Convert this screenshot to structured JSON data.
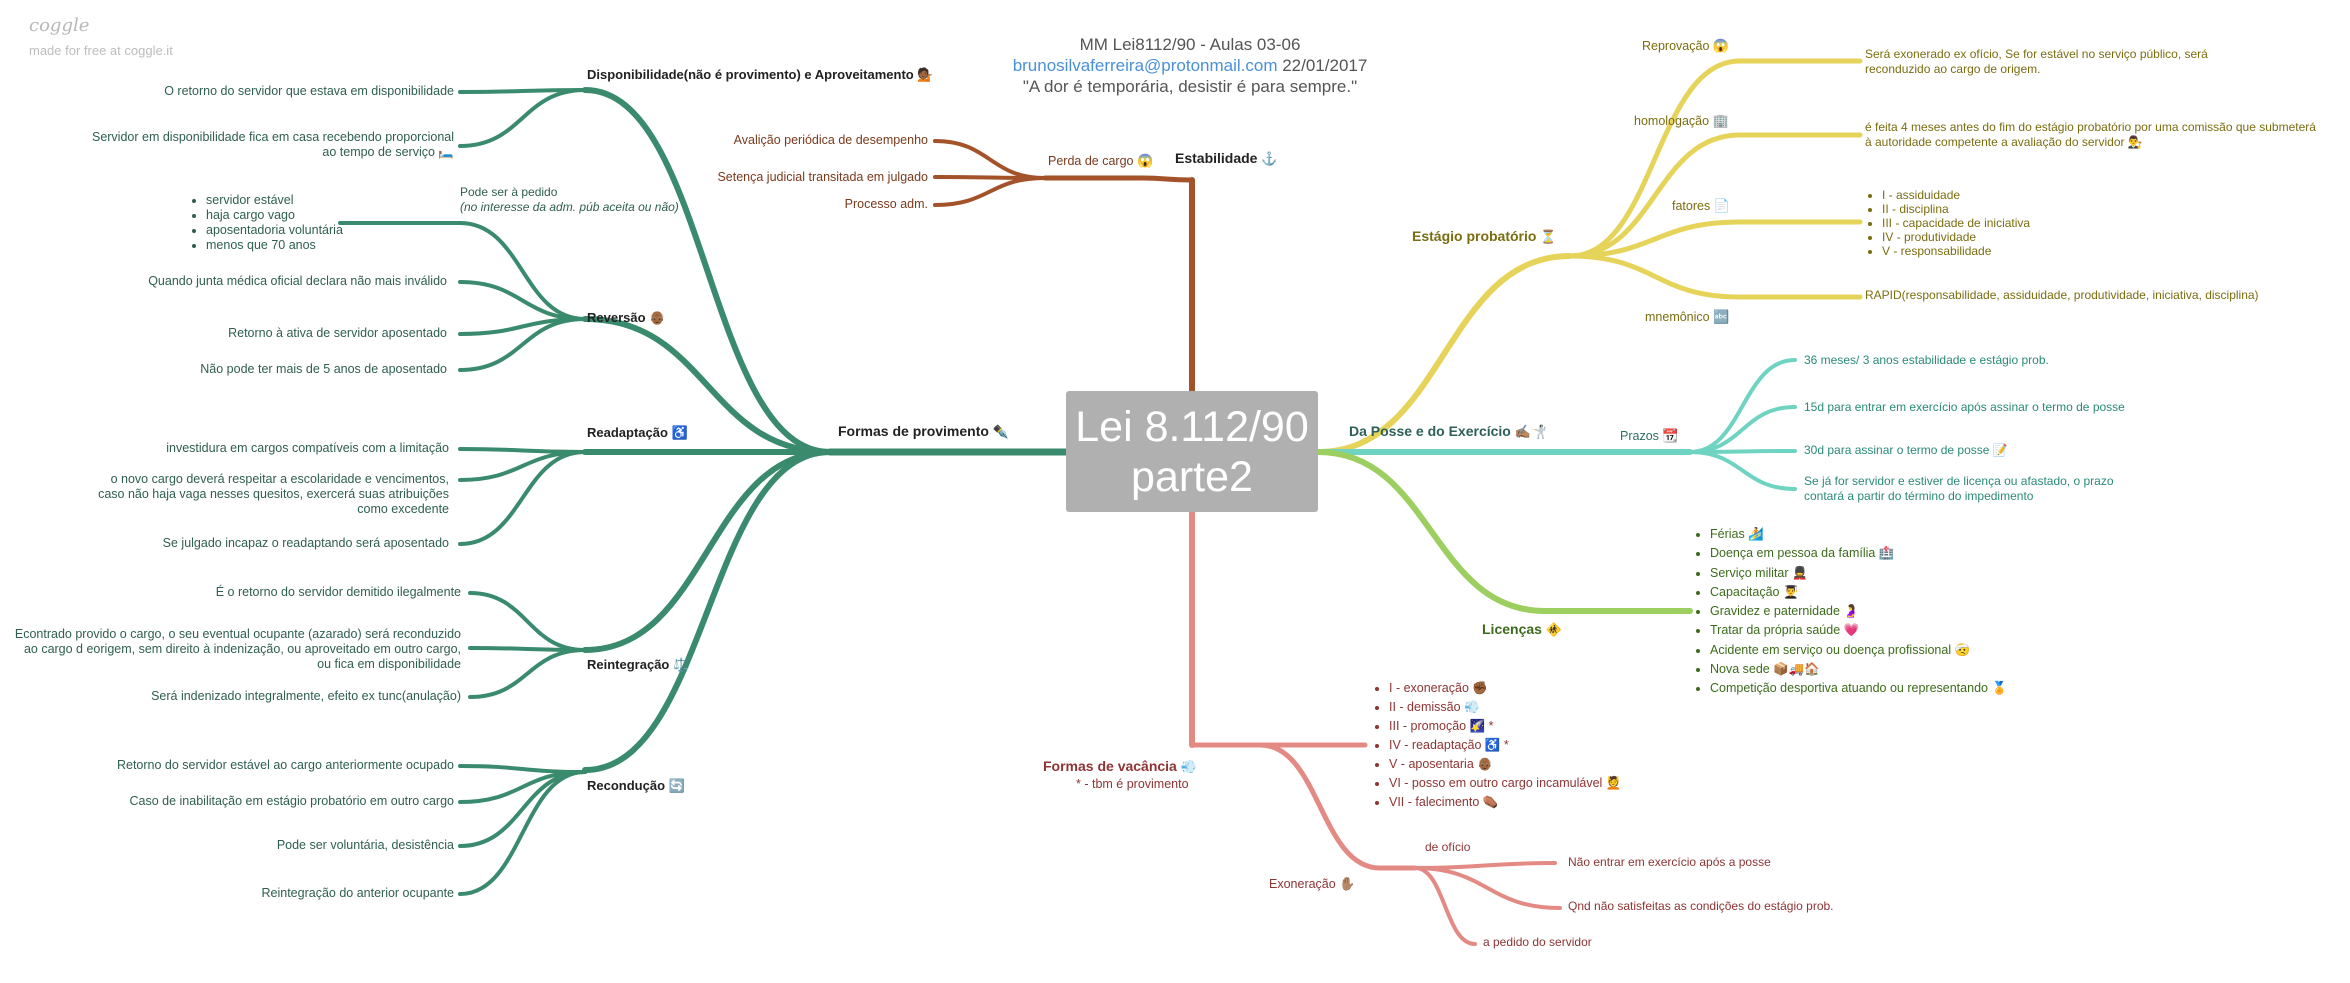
{
  "brand": {
    "name": "coggle",
    "tagline": "made for free at coggle.it"
  },
  "header": {
    "line1": "MM Lei8112/90 - Aulas 03-06",
    "email": "brunosilvaferreira@protonmail.com",
    "date": " 22/01/2017",
    "quote": "\"A dor é temporária, desistir é para sempre.\""
  },
  "center": {
    "line1": "Lei 8.112/90",
    "line2": "parte2"
  },
  "colors": {
    "green": "#3a8a6e",
    "brown": "#a3522a",
    "yellow": "#e6d35a",
    "teal": "#6fd3c1",
    "lightgreen": "#9ccf5f",
    "salmon": "#e48a84",
    "center": "#b0b0b0"
  },
  "provimento": {
    "title": "Formas de provimento",
    "title_icon": "✒️",
    "disp": {
      "title": "Disponibilidade(não é provimento) e Aproveitamento",
      "icon": "💁🏾",
      "i1": "O retorno do servidor que estava em disponibilidade",
      "i2a": "Servidor em disponibilidade fica em casa recebendo proporcional",
      "i2b": "ao tempo de serviço 🛏️"
    },
    "rev": {
      "title": "Reversão",
      "icon": "👴🏾",
      "pedido": "Pode ser à pedido",
      "pedido_note": "(no interesse da adm. púb aceita ou não)",
      "list": [
        "servidor estável",
        "haja cargo vago",
        "aposentadoria voluntária",
        "menos que 70 anos"
      ],
      "i2": "Quando junta médica oficial declara não mais inválido",
      "i3": "Retorno à ativa de servidor aposentado",
      "i4": "Não pode ter mais de 5 anos de aposentado"
    },
    "read": {
      "title": "Readaptação",
      "icon": "♿",
      "i1": "investidura em cargos compatíveis com a limitação",
      "i2a": "o novo cargo deverá respeitar a escolaridade e vencimentos,",
      "i2b": "caso não haja vaga nesses quesitos, exercerá suas atribuições",
      "i2c": "como excedente",
      "i3": "Se julgado incapaz o readaptando será aposentado"
    },
    "reint": {
      "title": "Reintegração",
      "icon": "⚖️",
      "i1": "É o retorno do servidor demitido ilegalmente",
      "i2a": "Econtrado provido o cargo, o seu eventual ocupante (azarado) será reconduzido",
      "i2b": "ao cargo d eorigem, sem direito à indenização, ou aproveitado em outro cargo,",
      "i2c": "ou fica em disponibilidade",
      "i3": "Será indenizado integralmente, efeito ex tunc(anulação)"
    },
    "recon": {
      "title": "Recondução",
      "icon": "🔄",
      "i1": "Retorno do servidor estável ao cargo anteriormente ocupado",
      "i2": "Caso de inabilitação em estágio probatório em outro cargo",
      "i3": "Pode ser voluntária, desistência",
      "i4": "Reintegração do anterior ocupante"
    }
  },
  "estabilidade": {
    "title": "Estabilidade",
    "icon": "⚓",
    "sub": "Perda de cargo",
    "sub_icon": "😱",
    "i1": "Avalição periódica de desempenho",
    "i2": "Setença judicial transitada em julgado",
    "i3": "Processo adm."
  },
  "estagio": {
    "title": "Estágio probatório",
    "icon": "⏳",
    "reprov": "Reprovação",
    "reprov_icon": "😱",
    "reprov_t1": "Será exonerado ex ofício, Se for estável no serviço público, será",
    "reprov_t2": "reconduzido ao cargo de origem.",
    "homol": "homologação",
    "homol_icon": "🏢",
    "homol_t1": "é feita 4 meses antes do fim do estágio probatório por uma comissão que submeterá",
    "homol_t2": "à autoridade competente a avaliação do servidor 👨‍⚖️",
    "fatores": "fatores",
    "fatores_icon": "📄",
    "fatores_list": [
      "I - assiduidade",
      "II - disciplina",
      "III - capacidade de iniciativa",
      "IV - produtividade",
      "V - responsabilidade"
    ],
    "mnem": "mnemônico",
    "mnem_icon": "🔤",
    "mnem_t": "RAPID(responsabilidade, assiduidade, produtividade, iniciativa, disciplina)"
  },
  "posse": {
    "title": "Da Posse e do Exercício",
    "icon": "✍🏽🤺",
    "prazos": "Prazos",
    "prazos_icon": "📆",
    "p1": "36 meses/ 3 anos estabilidade e estágio prob.",
    "p2": "15d para entrar em exercício após assinar o termo de posse",
    "p3": "30d para assinar o termo de posse 📝",
    "p4a": "Se já for servidor e estiver de licença ou afastado, o prazo",
    "p4b": "contará a partir do término do impedimento"
  },
  "licencas": {
    "title": "Licenças",
    "icon": "🚸",
    "list": [
      "Férias 🏄",
      "Doença em pessoa da família 🏥",
      "Serviço militar 💂",
      "Capacitação 👨‍🎓",
      "Gravidez e paternidade 🤰",
      "Tratar da própria saúde 💗",
      "Acidente em serviço ou doença profissional 🤕",
      "Nova sede 📦🚚🏠",
      "Competição desportiva atuando ou representando 🏅"
    ]
  },
  "vacancia": {
    "title": "Formas de vacância",
    "icon": "💨",
    "note": "* - tbm é provimento",
    "list": [
      "I - exoneração ✊🏾",
      "II - demissão 💨",
      "III - promoção 🌠 *",
      "IV - readaptação ♿ *",
      "V - aposentaria 👴🏾",
      "VI - posso em outro cargo incamulável 💆",
      "VII - falecimento ⚰️"
    ],
    "exon": "Exoneração",
    "exon_icon": "✋🏽",
    "oficio": "de ofício",
    "e1": "Não entrar em exercício após a posse",
    "e2": "Qnd não satisfeitas as condições do estágio prob.",
    "e3": "a pedido do servidor"
  }
}
